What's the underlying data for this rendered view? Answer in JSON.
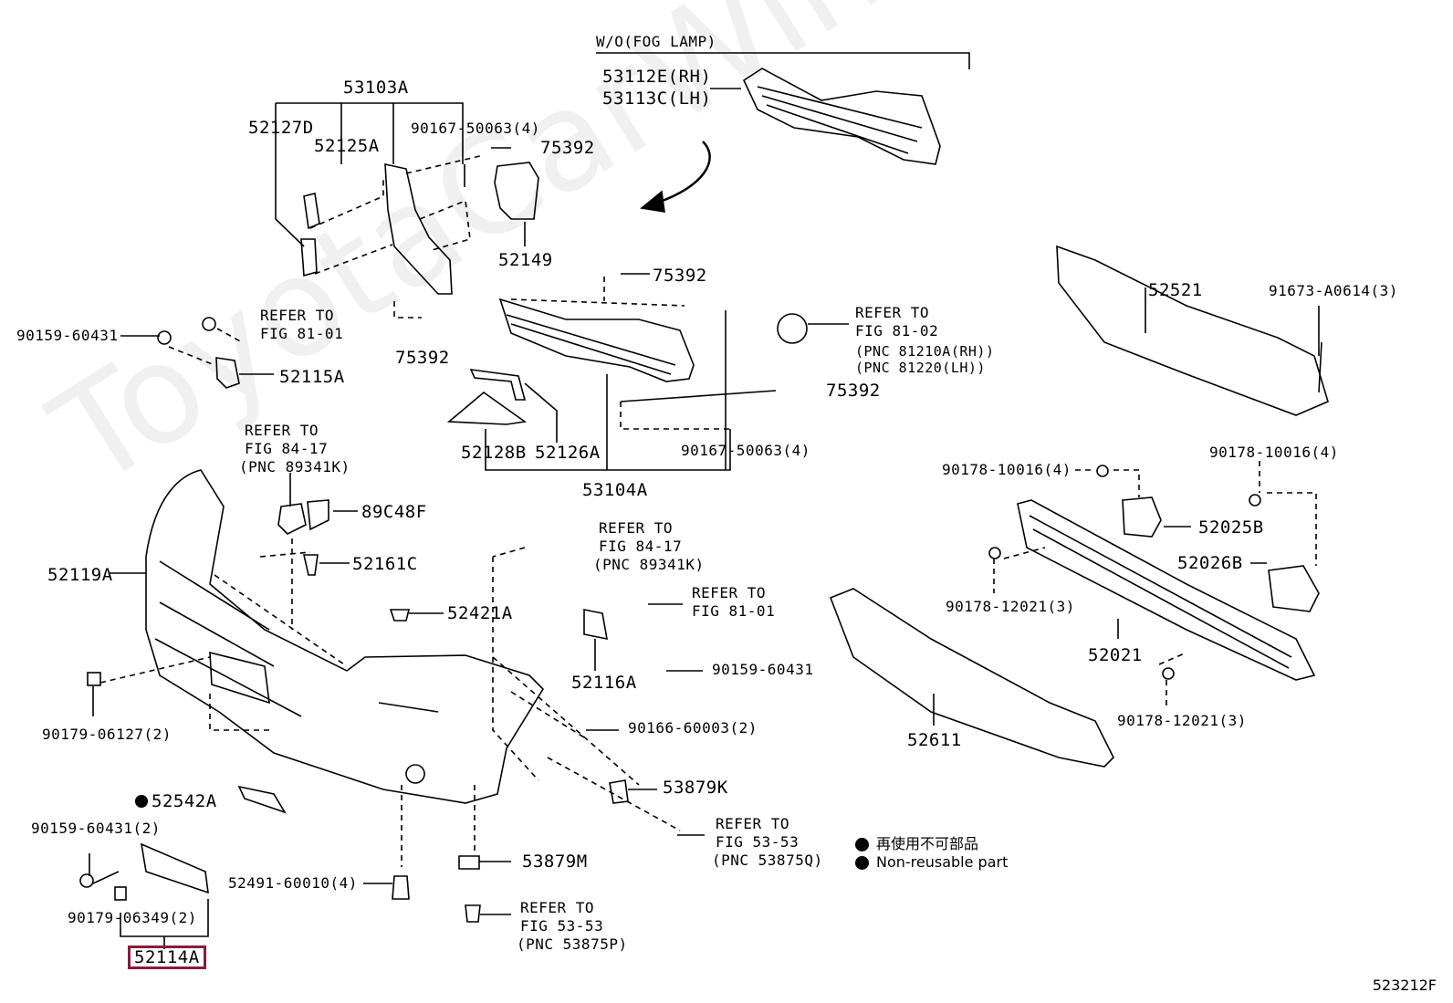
{
  "watermark": "ToyotaCarWine.ru",
  "figure_code": "523212F",
  "header_note": "W/O(FOG LAMP)",
  "legend": {
    "jp": "再使用不可部品",
    "en": "Non-reusable part"
  },
  "labels": {
    "l53112e": "53112E(RH)",
    "l53113c": "53113C(LH)",
    "l53103a": "53103A",
    "l52127d": "52127D",
    "l52125a": "52125A",
    "l90167a": "90167-50063(4)",
    "l75392a": "75392",
    "l52149": "52149",
    "l75392b": "75392",
    "l75392c": "75392",
    "l75392d": "75392",
    "l90159a": "90159-60431",
    "refer8101a": [
      "REFER TO",
      "FIG 81-01"
    ],
    "l52115a": "52115A",
    "refer8102": [
      "REFER TO",
      "FIG 81-02",
      "(PNC 81210A(RH))",
      "(PNC 81220(LH))"
    ],
    "l52521": "52521",
    "l91673": "91673-A0614(3)",
    "l52128b": "52128B",
    "l52126a": "52126A",
    "l90167b": "90167-50063(4)",
    "l53104a": "53104A",
    "refer8417a": [
      "REFER TO",
      "FIG 84-17",
      "(PNC 89341K)"
    ],
    "l89c48f": "89C48F",
    "l52161c": "52161C",
    "l52119a": "52119A",
    "refer8417b": [
      "REFER TO",
      "FIG 84-17",
      "(PNC 89341K)"
    ],
    "refer8101b": [
      "REFER TO",
      "FIG 81-01"
    ],
    "l52421a": "52421A",
    "l52116a": "52116A",
    "l90159b": "90159-60431",
    "l90178a": "90178-10016(4)",
    "l90178b": "90178-10016(4)",
    "l52025b": "52025B",
    "l52026b": "52026B",
    "l90178c": "90178-12021(3)",
    "l52021": "52021",
    "l90178d": "90178-12021(3)",
    "l52611": "52611",
    "l90179a": "90179-06127(2)",
    "l90166": "90166-60003(2)",
    "l53879k": "53879K",
    "l52542a": "52542A",
    "refer5353a": [
      "REFER TO",
      "FIG 53-53",
      "(PNC 53875Q)"
    ],
    "l90159c": "90159-60431(2)",
    "l53879m": "53879M",
    "l52491": "52491-60010(4)",
    "l90179b": "90179-06349(2)",
    "refer5353b": [
      "REFER TO",
      "FIG 53-53",
      "(PNC 53875P)"
    ],
    "l52114a": "52114A"
  }
}
